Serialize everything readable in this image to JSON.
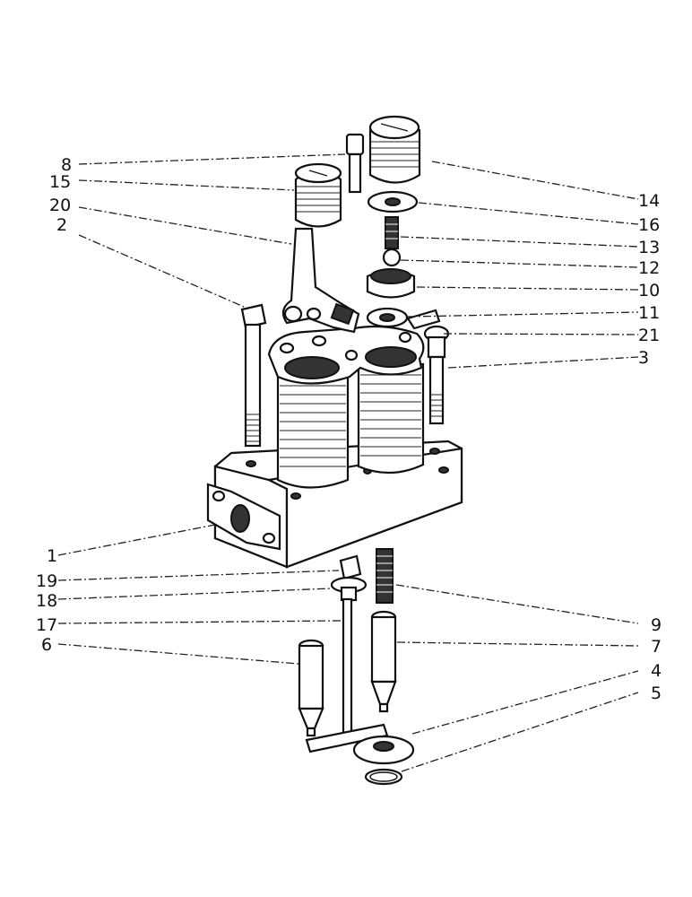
{
  "labels": {
    "l8": "8",
    "l15": "15",
    "l20": "20",
    "l2": "2",
    "l14": "14",
    "l16": "16",
    "l13": "13",
    "l12": "12",
    "l10": "10",
    "l11": "11",
    "l21": "21",
    "l3": "3",
    "l1": "1",
    "l19": "19",
    "l18": "18",
    "l17": "17",
    "l6": "6",
    "l9": "9",
    "l7": "7",
    "l4": "4",
    "l5": "5"
  },
  "colors": {
    "ink": "#111111",
    "paper": "#ffffff"
  }
}
